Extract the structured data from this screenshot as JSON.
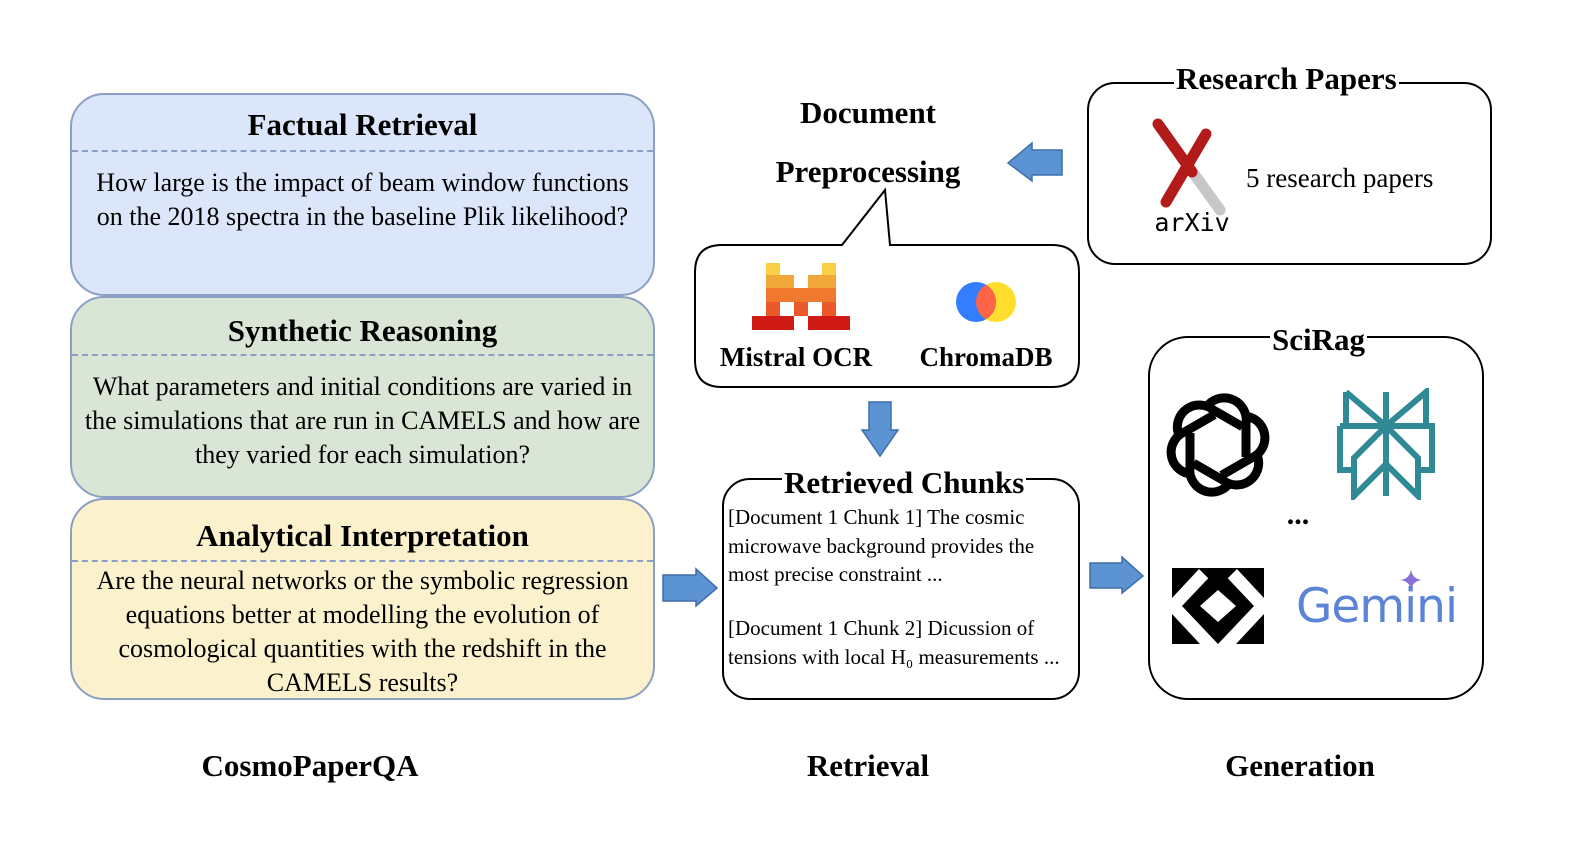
{
  "questions": {
    "factual": {
      "title": "Factual Retrieval",
      "text": "How large is the impact of beam window functions on the 2018 spectra in the baseline Plik likelihood?"
    },
    "synthetic": {
      "title": "Synthetic Reasoning",
      "text": "What parameters and initial conditions are varied in the simulations that are run in CAMELS and how are they varied for each simulation?"
    },
    "analytical": {
      "title": "Analytical Interpretation",
      "text": "Are the neural networks or the symbolic regression equations better at modelling the evolution of cosmological quantities with the redshift in the CAMELS results?"
    }
  },
  "preprocessing": {
    "title_line1": "Document",
    "title_line2": "Preprocessing",
    "tools": [
      "Mistral OCR",
      "ChromaDB"
    ]
  },
  "research_papers": {
    "title": "Research Papers",
    "logo_text": "arXiv",
    "count_text": "5 research papers"
  },
  "retrieved": {
    "title": "Retrieved Chunks",
    "chunk1": "[Document 1 Chunk 1] The cosmic\nmicrowave background provides the\nmost precise constraint ...",
    "chunk2": "[Document 1 Chunk 2] Dicussion of\ntensions with local H₀ measurements ..."
  },
  "scirag": {
    "title": "SciRag",
    "ellipsis": "...",
    "gemini_text": "Gemini",
    "models": [
      "openai-logo",
      "perplexity-logo",
      "anthropic-logo",
      "gemini-logo"
    ]
  },
  "columns": {
    "left": "CosmoPaperQA",
    "middle": "Retrieval",
    "right": "Generation"
  },
  "colors": {
    "arrow": "#5b93d3",
    "factual_bg": "#dbe6fb",
    "synthetic_bg": "#d9e6d5",
    "analytical_bg": "#fbf2cd"
  }
}
